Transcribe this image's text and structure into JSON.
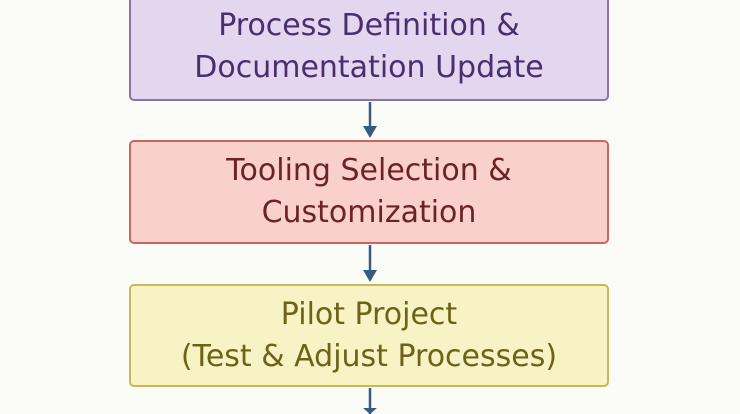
{
  "steps": [
    {
      "line1": "Process Definition &",
      "line2": "Documentation Update"
    },
    {
      "line1": "Tooling Selection &",
      "line2": "Customization"
    },
    {
      "line1": "Pilot Project",
      "line2": "(Test & Adjust Processes)"
    }
  ],
  "colors": {
    "arrow": "#345d80",
    "step1_fill": "#e3d6ef",
    "step2_fill": "#fad0cc",
    "step3_fill": "#f8f3c4"
  }
}
